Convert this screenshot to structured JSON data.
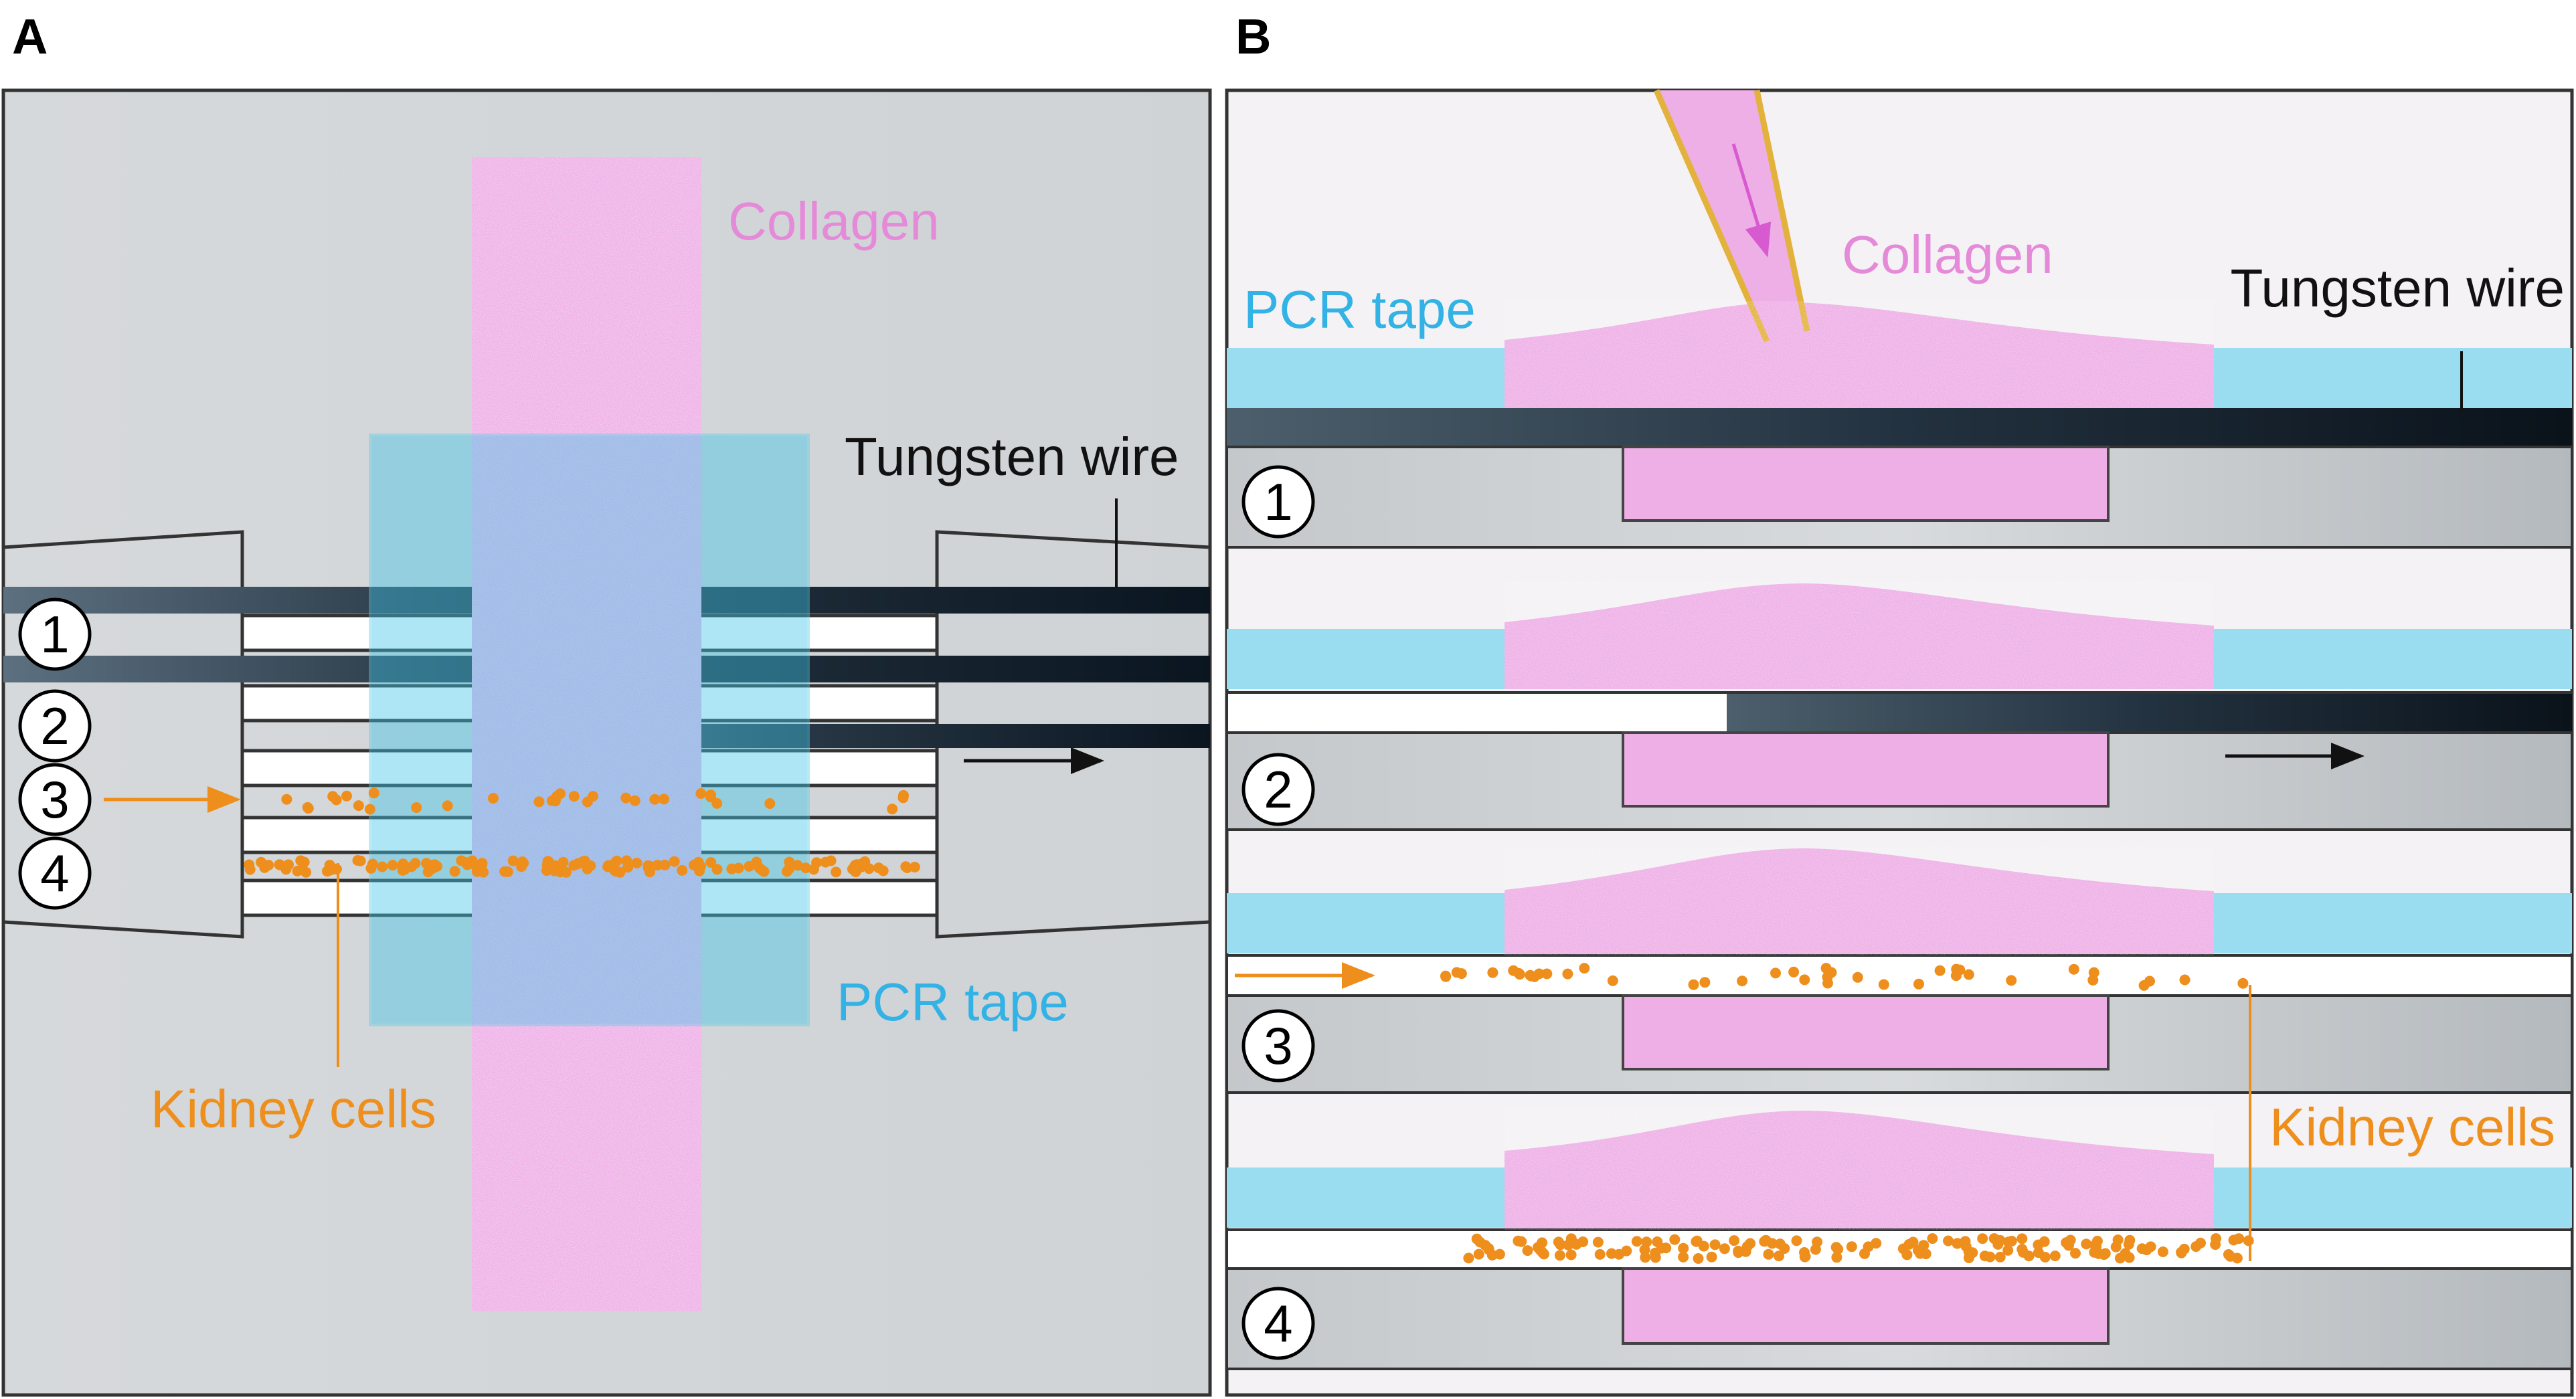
{
  "panels": {
    "a": {
      "letter": "A",
      "labels": {
        "collagen": "Collagen",
        "tungsten_wire": "Tungsten wire",
        "pcr_tape": "PCR tape",
        "kidney_cells": "Kidney cells"
      },
      "step_numbers": [
        "1",
        "2",
        "3",
        "4"
      ]
    },
    "b": {
      "letter": "B",
      "labels": {
        "collagen": "Collagen",
        "pcr_tape": "PCR tape",
        "tungsten_wire": "Tungsten wire",
        "kidney_cells": "Kidney cells"
      },
      "step_numbers": [
        "1",
        "2",
        "3",
        "4"
      ]
    }
  },
  "colors": {
    "collagen": "#eeaee6",
    "pcr_tape": "#9adcf0",
    "wire_dark": "#102030",
    "cells": "#ee8f1d",
    "substrate": "#c9cdd0",
    "background": "#dcdfe0"
  }
}
